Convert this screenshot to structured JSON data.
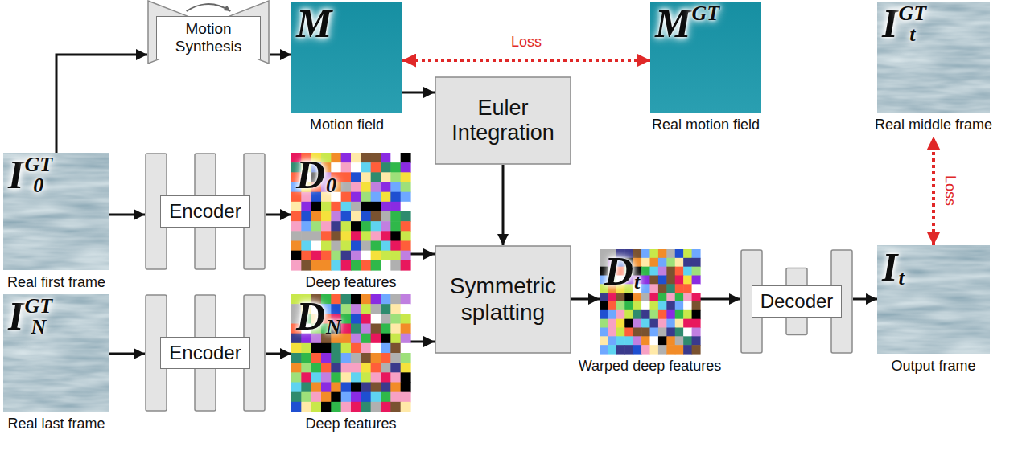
{
  "diagram": {
    "nodes": [
      {
        "text": [
          "Motion Synthesis"
        ]
      },
      {
        "text": [
          "M",
          "Motion field"
        ]
      },
      {
        "text": [
          "M",
          "GT",
          "Real motion field"
        ]
      },
      {
        "text": [
          "I",
          "t",
          "GT",
          "Real middle frame"
        ]
      },
      {
        "text": [
          "Euler Integration"
        ]
      },
      {
        "text": [
          "I",
          "0",
          "GT",
          "Real first frame"
        ]
      },
      {
        "text": [
          "Encoder"
        ]
      },
      {
        "text": [
          "D",
          "0",
          "Deep features"
        ]
      },
      {
        "text": [
          "Symmetric splatting"
        ]
      },
      {
        "text": [
          "D",
          "t",
          "Warped deep features"
        ]
      },
      {
        "text": [
          "Decoder"
        ]
      },
      {
        "text": [
          "I",
          "t",
          "Output frame"
        ]
      },
      {
        "text": [
          "I",
          "N",
          "GT",
          "Real last frame"
        ]
      },
      {
        "text": [
          "Encoder"
        ]
      },
      {
        "text": [
          "D",
          "N",
          "Deep features"
        ]
      }
    ],
    "edges": [
      {
        "from": 5,
        "to": 0,
        "arrow": "to"
      },
      {
        "from": 0,
        "to": 1,
        "arrow": "to"
      },
      {
        "from": 1,
        "to": 2,
        "label": "Loss",
        "arrow": "both"
      },
      {
        "from": 1,
        "to": 4,
        "arrow": "to"
      },
      {
        "from": 4,
        "to": 8,
        "arrow": "to"
      },
      {
        "from": 5,
        "to": 6,
        "arrow": "to"
      },
      {
        "from": 6,
        "to": 7,
        "arrow": "to"
      },
      {
        "from": 7,
        "to": 8,
        "arrow": "to"
      },
      {
        "from": 12,
        "to": 13,
        "arrow": "to"
      },
      {
        "from": 13,
        "to": 14,
        "arrow": "to"
      },
      {
        "from": 14,
        "to": 8,
        "arrow": "to"
      },
      {
        "from": 8,
        "to": 9,
        "arrow": "to"
      },
      {
        "from": 9,
        "to": 10,
        "arrow": "to"
      },
      {
        "from": 10,
        "to": 11,
        "arrow": "to"
      },
      {
        "from": 11,
        "to": 3,
        "label": "Loss",
        "arrow": "both"
      }
    ]
  }
}
